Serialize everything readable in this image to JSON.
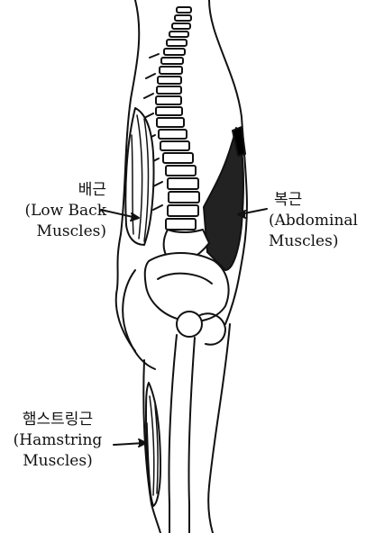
{
  "labels": {
    "back": {
      "korean": "배근",
      "line1": "(Low Back",
      "line2": "Muscles)"
    },
    "abdominal": {
      "korean": "복근",
      "line1": "(Abdominal",
      "line2": "Muscles)"
    },
    "hamstring": {
      "korean": "햄스트링근",
      "line1": "(Hamstring",
      "line2": "Muscles)"
    }
  },
  "colors": {
    "ink": "#111111",
    "background": "#ffffff"
  }
}
